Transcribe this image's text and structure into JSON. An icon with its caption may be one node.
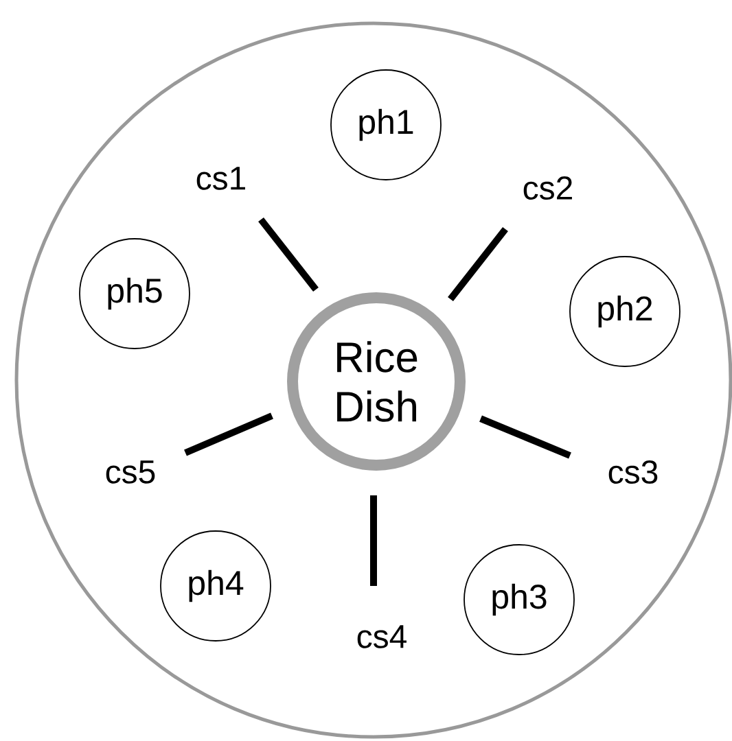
{
  "diagram": {
    "nodes": [
      {
        "text": [],
        "shape": "circle"
      },
      {
        "text": [
          "ph1"
        ],
        "in": 0
      },
      {
        "text": [
          "ph5"
        ],
        "in": 0
      },
      {
        "text": [
          "ph2"
        ],
        "in": 0
      },
      {
        "text": [
          "Rice Dish"
        ],
        "in": 0
      },
      {
        "text": [
          "ph4"
        ],
        "in": 0
      },
      {
        "text": [
          "ph3"
        ],
        "in": 0
      }
    ],
    "labels": [
      "cs1",
      "cs2",
      "cs5",
      "cs3",
      "cs4"
    ]
  }
}
